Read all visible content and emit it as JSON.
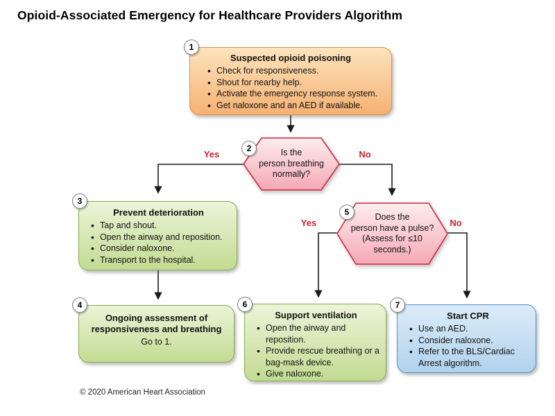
{
  "title": "Opioid-Associated Emergency for Healthcare Providers Algorithm",
  "footer": "© 2020 American Heart Association",
  "labels": {
    "yes": "Yes",
    "no": "No"
  },
  "colors": {
    "action_orange": "#f5b173",
    "decision_pink": "#f6adb9",
    "decision_border_red": "#d22539",
    "care_green": "#c2db92",
    "cpr_blue": "#b0d2ed",
    "branch_label_red": "#cf2030",
    "line_black": "#1a1a1a"
  },
  "nodes": {
    "step1": {
      "number": "1",
      "heading": "Suspected opioid poisoning",
      "bullets": [
        "Check for responsiveness.",
        "Shout for nearby help.",
        "Activate the emergency response system.",
        "Get naloxone and an AED if available."
      ]
    },
    "step2": {
      "number": "2",
      "question": "Is the\nperson breathing\nnormally?"
    },
    "step3": {
      "number": "3",
      "heading": "Prevent deterioration",
      "bullets": [
        "Tap and shout.",
        "Open the airway and reposition.",
        "Consider naloxone.",
        "Transport to the hospital."
      ]
    },
    "step4": {
      "number": "4",
      "heading": "Ongoing assessment of\nresponsiveness and breathing",
      "note": "Go to 1."
    },
    "step5": {
      "number": "5",
      "question": "Does the\nperson have a pulse?\n(Assess for ≤10\nseconds.)"
    },
    "step6": {
      "number": "6",
      "heading": "Support ventilation",
      "bullets": [
        "Open the airway and reposition.",
        "Provide rescue breathing or a bag-mask device.",
        "Give naloxone."
      ]
    },
    "step7": {
      "number": "7",
      "heading": "Start CPR",
      "bullets": [
        "Use an AED.",
        "Consider naloxone.",
        "Refer to the BLS/Cardiac Arrest algorithm."
      ]
    }
  }
}
